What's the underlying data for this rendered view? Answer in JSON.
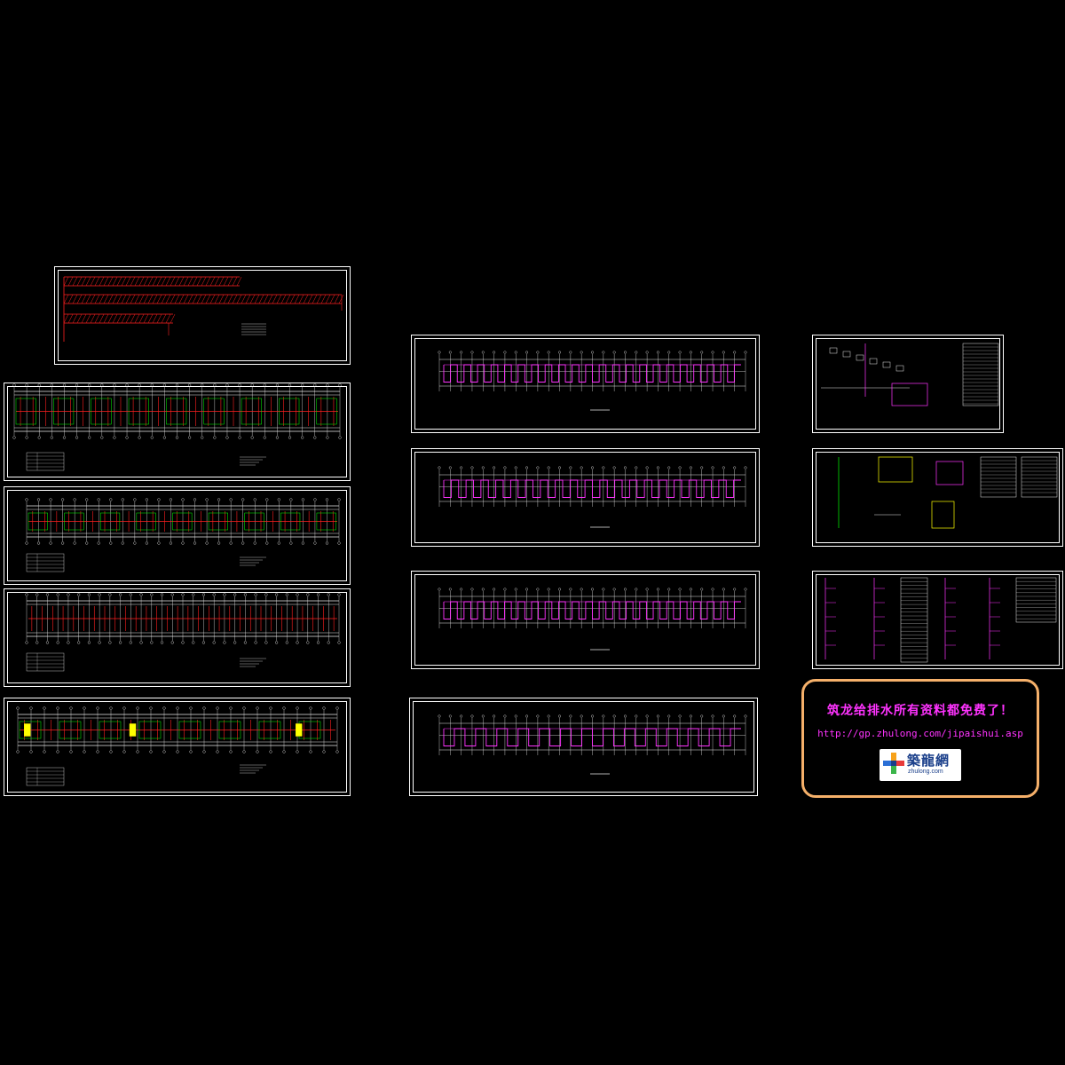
{
  "canvas": {
    "background": "#000000"
  },
  "colors": {
    "frame": "#ffffff",
    "grid": "#e8e8e8",
    "axis_green": "#00ff00",
    "pipe_magenta": "#ff33ff",
    "pipe_red": "#ff2020",
    "fixture_yellow": "#ffff00",
    "promo_border": "#f5b06a",
    "promo_text": "#ff33ff"
  },
  "sheets": [
    {
      "id": "system-diagram",
      "kind": "isometric-system"
    },
    {
      "id": "plan-ground-floor",
      "kind": "floor-plan"
    },
    {
      "id": "plan-floor-a",
      "kind": "floor-plan"
    },
    {
      "id": "plan-floor-b",
      "kind": "floor-plan"
    },
    {
      "id": "plan-floor-c",
      "kind": "floor-plan"
    },
    {
      "id": "plan-upper-1",
      "kind": "floor-plan-dormitory"
    },
    {
      "id": "plan-upper-2",
      "kind": "floor-plan-dormitory"
    },
    {
      "id": "plan-upper-3",
      "kind": "floor-plan-dormitory"
    },
    {
      "id": "plan-upper-4",
      "kind": "floor-plan-dormitory"
    },
    {
      "id": "detail-pump-room",
      "kind": "detail"
    },
    {
      "id": "detail-toilet",
      "kind": "detail"
    },
    {
      "id": "detail-riser",
      "kind": "detail"
    }
  ],
  "promo": {
    "title": "筑龙给排水所有资料都免费了！",
    "url": "http://gp.zhulong.com/jipaishui.asp",
    "logo_text": "築龍網",
    "logo_domain": "zhulong.com"
  }
}
